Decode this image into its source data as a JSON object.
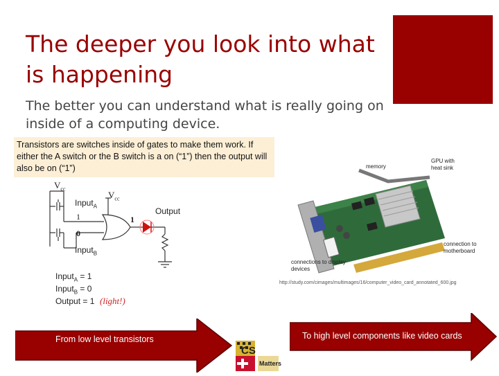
{
  "slide": {
    "title": "The deeper you look into what is happening",
    "subtitle": "The better you can understand what is really going on inside of a computing device.",
    "note": "Transistors are switches inside of gates to make them work. If either the A switch or the B switch is a on (“1”) then the output will also be on (“1”)",
    "accent_color": "#990000"
  },
  "circuit": {
    "vcc_left": "V",
    "vcc_left_sub": "cc",
    "vcc_right": "V",
    "vcc_right_sub": "cc",
    "input_a": "Input",
    "input_a_sub": "A",
    "input_b": "Input",
    "input_b_sub": "B",
    "output_label": "Output",
    "a_value": "1",
    "b_value": "0",
    "out_value": "1",
    "bottom_a": "Input",
    "bottom_a_sub": "A",
    "bottom_a_eq": "= 1",
    "bottom_b": "Input",
    "bottom_b_sub": "B",
    "bottom_b_eq": "= 0",
    "bottom_out": "Output = 1",
    "bottom_light": "(light!)"
  },
  "gpu": {
    "label_gpu": "GPU with heat sink",
    "label_memory": "memory",
    "label_display": "connections to display devices",
    "label_motherboard": "connection to motherboard",
    "url": "http://study.com/cimages/multimages/16/computer_video_card_annotated_600.jpg"
  },
  "arrows": {
    "left_label": "From low level transistors",
    "right_label": "To high level components like video cards"
  },
  "logo": {
    "text_cs": "CS",
    "text_matters": "Matters"
  }
}
